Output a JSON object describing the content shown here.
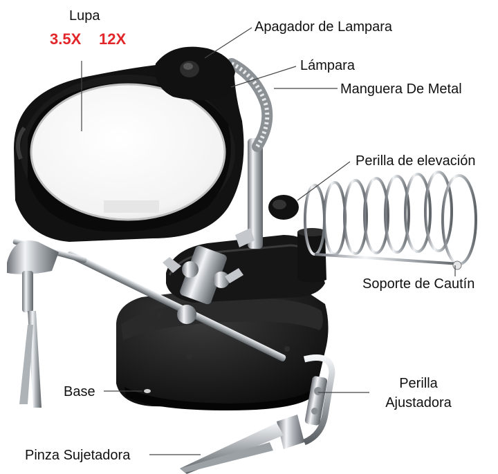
{
  "labels": {
    "lupa": "Lupa",
    "mag_1": "3.5X",
    "mag_2": "12X",
    "apagador": "Apagador de Lampara",
    "lampara": "Lámpara",
    "manguera": "Manguera De Metal",
    "perilla_elevacion": "Perilla de elevación",
    "soporte_cautin": "Soporte de Cautín",
    "perilla_ajustadora_1": "Perilla",
    "perilla_ajustadora_2": "Ajustadora",
    "base": "Base",
    "pinza": "Pinza Sujetadora"
  },
  "colors": {
    "magnification": "#e3262a",
    "label_text": "#111111",
    "leader_line": "#444444",
    "body_black": "#141414",
    "chrome": "#c9cdd2"
  }
}
